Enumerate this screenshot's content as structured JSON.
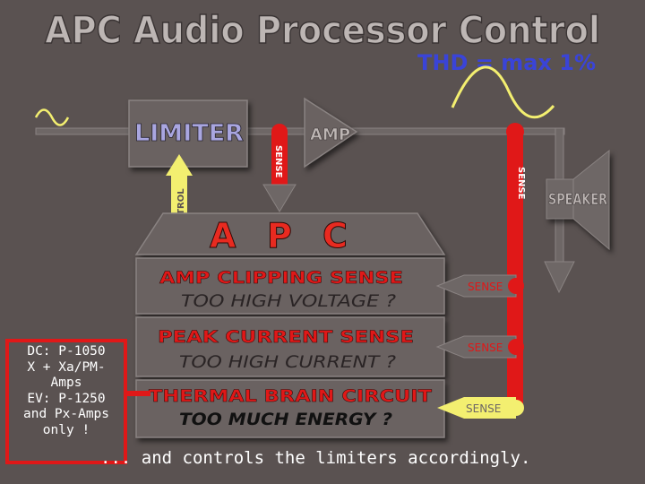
{
  "header": {
    "title": "APC Audio Processor Control",
    "thd": "THD = max 1%"
  },
  "blocks": {
    "limiter": "LIMITER",
    "amp": "AMP",
    "speaker": "SPEAKER",
    "apc_letters": [
      "A",
      "P",
      "C"
    ]
  },
  "labels": {
    "sense_vertical": "SENSE",
    "control_vertical": "CONTROL",
    "sense_tag": "SENSE"
  },
  "stages": [
    {
      "title": "AMP CLIPPING SENSE",
      "question": "TOO HIGH VOLTAGE ?"
    },
    {
      "title": "PEAK CURRENT SENSE",
      "question": "TOO HIGH CURRENT ?"
    },
    {
      "title": "THERMAL BRAIN CIRCUIT",
      "question": "TOO MUCH ENERGY ?"
    }
  ],
  "note": {
    "lines": [
      "DC: P-1050",
      "X + Xa/PM-",
      "Amps",
      "EV: P-1250",
      "and Px-Amps",
      "only !"
    ]
  },
  "footer": "... and controls the limiters accordingly.",
  "colors": {
    "background": "#5a5251",
    "panel": "#6a6261",
    "red": "#e01818",
    "yellow": "#f3ef70",
    "apc_red": "#e82a20",
    "title_fill": "#bdb6b4",
    "thd_blue": "#3a44d8",
    "limiter_text": "#a9a6e0"
  }
}
